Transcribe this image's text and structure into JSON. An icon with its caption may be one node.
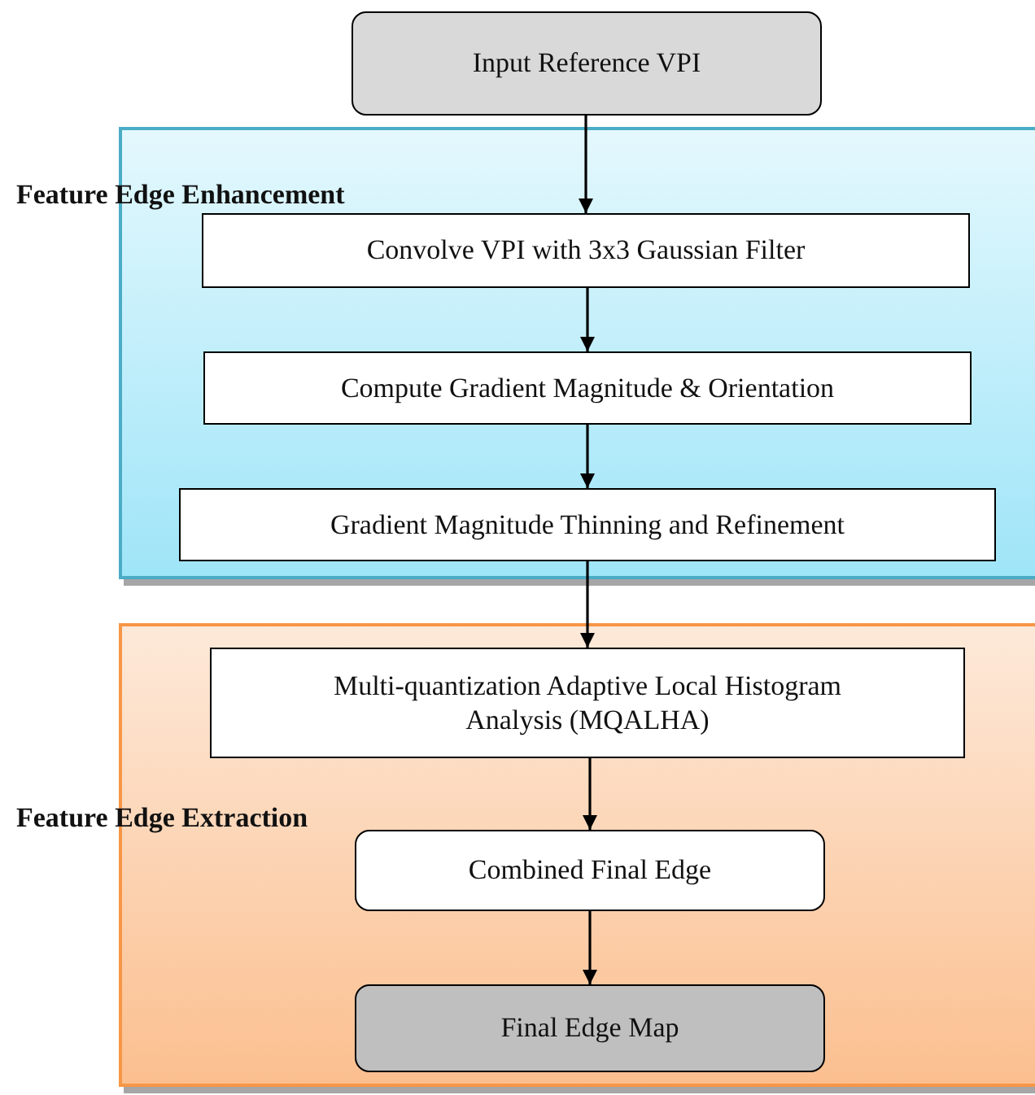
{
  "diagram": {
    "nodes": [
      {
        "text": [
          "Input Reference VPI"
        ]
      },
      {
        "text": [
          "Feature Edge Enhancement"
        ]
      },
      {
        "text": [
          "Convolve VPI with 3x3 Gaussian Filter"
        ],
        "in": 1
      },
      {
        "text": [
          "Compute Gradient Magnitude & Orientation"
        ],
        "in": 1
      },
      {
        "text": [
          "Gradient Magnitude Thinning and Refinement"
        ],
        "in": 1
      },
      {
        "text": [
          "Feature Edge Extraction"
        ]
      },
      {
        "text": [
          "Multi-quantization Adaptive Local Histogram Analysis (MQALHA)"
        ],
        "in": 5
      },
      {
        "text": [
          "Combined Final Edge"
        ],
        "in": 5
      },
      {
        "text": [
          "Final Edge Map"
        ],
        "in": 5
      }
    ],
    "edges": [
      {
        "from": 0,
        "to": 2,
        "arrow": "to"
      },
      {
        "from": 2,
        "to": 3,
        "arrow": "to"
      },
      {
        "from": 3,
        "to": 4,
        "arrow": "to"
      },
      {
        "from": 4,
        "to": 6,
        "arrow": "to"
      },
      {
        "from": 6,
        "to": 7,
        "arrow": "to"
      },
      {
        "from": 7,
        "to": 8,
        "arrow": "to"
      }
    ]
  }
}
